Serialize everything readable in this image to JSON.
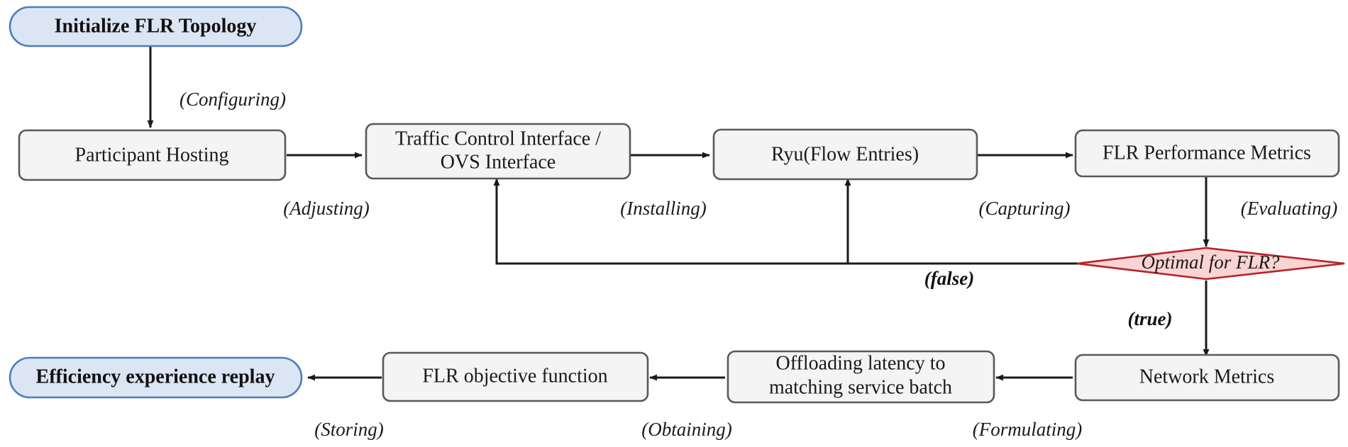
{
  "diagram": {
    "type": "flowchart",
    "title": "FLR Topology Experiment Workflow",
    "background_color": "#ffffff",
    "palette": {
      "process_fill": "#f4f4f4",
      "process_stroke": "#595959",
      "terminator_fill": "#dbe5f4",
      "terminator_stroke": "#4a7ebb",
      "decision_fill": "#f9d4d2",
      "decision_stroke": "#b5232a",
      "edge_color": "#1a1a1a",
      "text_color": "#1a1a1a"
    },
    "nodes": [
      {
        "id": "init",
        "label": "Initialize FLR Topology",
        "shape": "terminator",
        "style": "bold"
      },
      {
        "id": "hosting",
        "label": "Participant Hosting",
        "shape": "process",
        "style": "regular"
      },
      {
        "id": "tci",
        "label": "Traffic Control Interface /\nOVS Interface",
        "shape": "process",
        "style": "regular"
      },
      {
        "id": "ryu",
        "label": "Ryu(Flow Entries)",
        "shape": "process",
        "style": "regular"
      },
      {
        "id": "flrperf",
        "label": "FLR Performance Metrics",
        "shape": "process",
        "style": "regular"
      },
      {
        "id": "decision",
        "label": "Optimal for FLR?",
        "shape": "decision",
        "style": "italic"
      },
      {
        "id": "netmetrics",
        "label": "Network Metrics",
        "shape": "process",
        "style": "regular"
      },
      {
        "id": "offloading",
        "label": "Offloading latency to\nmatching service batch",
        "shape": "process",
        "style": "regular"
      },
      {
        "id": "objective",
        "label": "FLR objective function",
        "shape": "process",
        "style": "regular"
      },
      {
        "id": "replay",
        "label": "Efficiency experience replay",
        "shape": "terminator",
        "style": "bold"
      }
    ],
    "edges": [
      {
        "id": "e1",
        "from": "init",
        "to": "hosting",
        "label": "(Configuring)",
        "style": "italic"
      },
      {
        "id": "e2",
        "from": "hosting",
        "to": "tci",
        "label": "(Adjusting)",
        "style": "italic"
      },
      {
        "id": "e3",
        "from": "tci",
        "to": "ryu",
        "label": "(Installing)",
        "style": "italic"
      },
      {
        "id": "e4",
        "from": "ryu",
        "to": "flrperf",
        "label": "(Capturing)",
        "style": "italic"
      },
      {
        "id": "e5",
        "from": "flrperf",
        "to": "decision",
        "label": "(Evaluating)",
        "style": "italic"
      },
      {
        "id": "e6",
        "from": "decision",
        "to": "tci",
        "label": "(false)",
        "style": "bold-italic"
      },
      {
        "id": "e7",
        "from": "decision",
        "to": "netmetrics",
        "label": "(true)",
        "style": "bold-italic"
      },
      {
        "id": "e8",
        "from": "netmetrics",
        "to": "offloading",
        "label": "(Formulating)",
        "style": "italic"
      },
      {
        "id": "e9",
        "from": "offloading",
        "to": "objective",
        "label": "(Obtaining)",
        "style": "italic"
      },
      {
        "id": "e10",
        "from": "objective",
        "to": "replay",
        "label": "(Storing)",
        "style": "italic"
      }
    ],
    "labels": {
      "init": "Initialize FLR Topology",
      "hosting": "Participant Hosting",
      "tci_line1": "Traffic Control Interface /",
      "tci_line2": "OVS Interface",
      "ryu": "Ryu(Flow Entries)",
      "flrperf": "FLR Performance Metrics",
      "decision": "Optimal for FLR?",
      "netmetrics": "Network Metrics",
      "offloading_line1": "Offloading latency to",
      "offloading_line2": "matching service batch",
      "objective": "FLR objective function",
      "replay": "Efficiency experience replay",
      "configuring": "(Configuring)",
      "adjusting": "(Adjusting)",
      "installing": "(Installing)",
      "capturing": "(Capturing)",
      "evaluating": "(Evaluating)",
      "false_branch": "(false)",
      "true_branch": "(true)",
      "formulating": "(Formulating)",
      "obtaining": "(Obtaining)",
      "storing": "(Storing)"
    }
  }
}
